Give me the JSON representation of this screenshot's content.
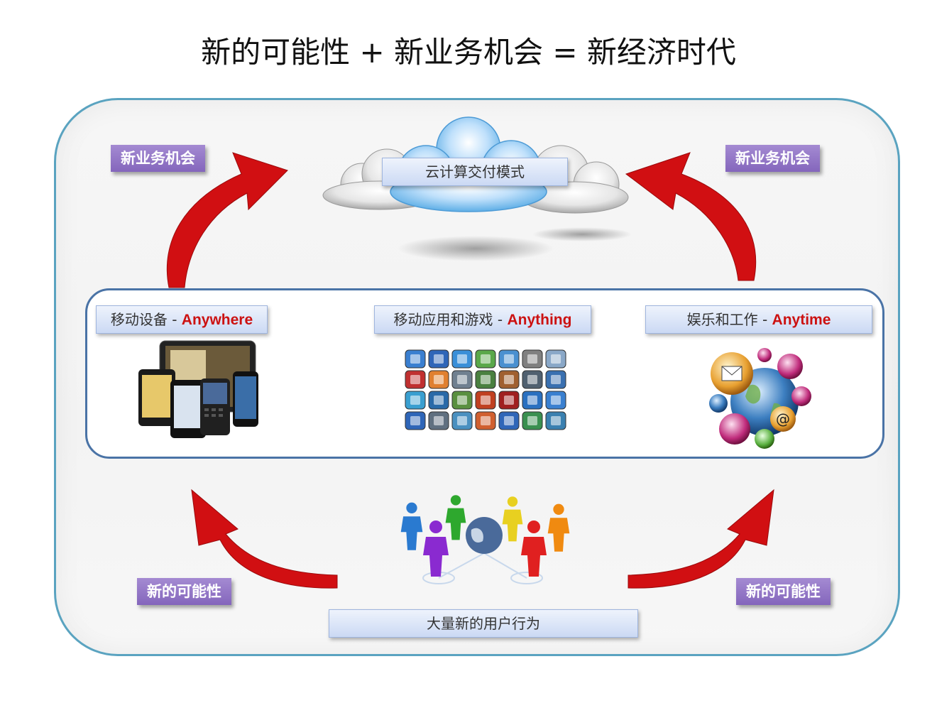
{
  "title": "新的可能性 + 新业务机会 = 新经济时代",
  "cloud_label": "云计算交付模式",
  "top_left_label": "新业务机会",
  "top_right_label": "新业务机会",
  "bottom_left_label": "新的可能性",
  "bottom_right_label": "新的可能性",
  "bottom_center_label": "大量新的用户行为",
  "categories": [
    {
      "prefix": "移动设备 - ",
      "highlight": "Anywhere"
    },
    {
      "prefix": "移动应用和游戏 - ",
      "highlight": "Anything"
    },
    {
      "prefix": "娱乐和工作  - ",
      "highlight": "Anytime"
    }
  ],
  "colors": {
    "arrow_red": "#d10f12",
    "purple": "#8f72c6",
    "frame_teal": "#5aa3c0",
    "band_blue": "#4a73a6",
    "highlight_red": "#cc1111"
  }
}
